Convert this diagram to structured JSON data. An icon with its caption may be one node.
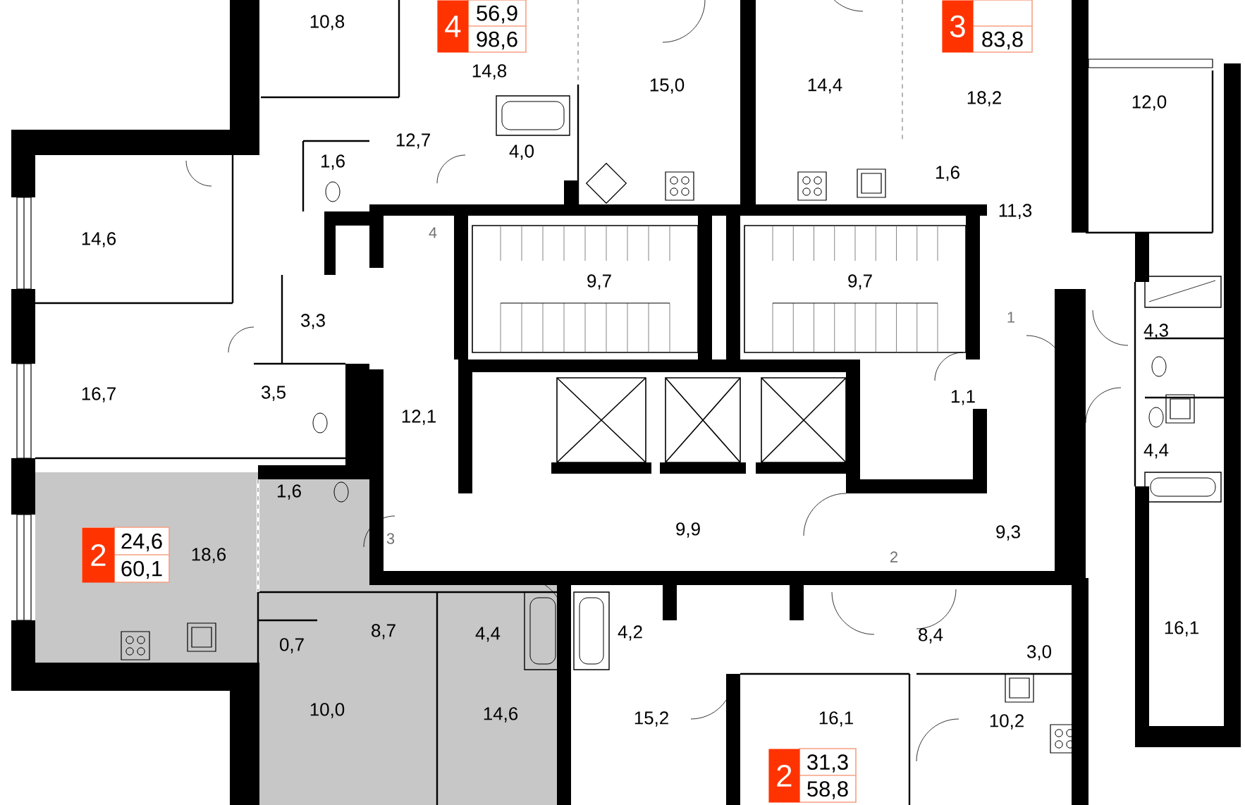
{
  "diagram": {
    "nodes": [
      {
        "text": [
          "4",
          "56,9",
          "98,6"
        ]
      },
      {
        "text": [
          "3",
          "83,8"
        ]
      },
      {
        "text": [
          "2",
          "24,6",
          "60,1"
        ]
      },
      {
        "text": [
          "2",
          "31,3",
          "58,8"
        ]
      }
    ],
    "labels": [
      "10,8",
      "14,8",
      "15,0",
      "14,4",
      "18,2",
      "12,0",
      "12,7",
      "4,0",
      "1,6",
      "1,6",
      "14,6",
      "4",
      "11,3",
      "9,7",
      "9,7",
      "1",
      "3,3",
      "4,3",
      "16,7",
      "3,5",
      "12,1",
      "1,1",
      "4,4",
      "1,6",
      "18,6",
      "3",
      "9,9",
      "2",
      "9,3",
      "0,7",
      "8,7",
      "4,4",
      "4,2",
      "8,4",
      "3,0",
      "16,1",
      "10,0",
      "14,6",
      "15,2",
      "16,1",
      "10,2"
    ]
  }
}
